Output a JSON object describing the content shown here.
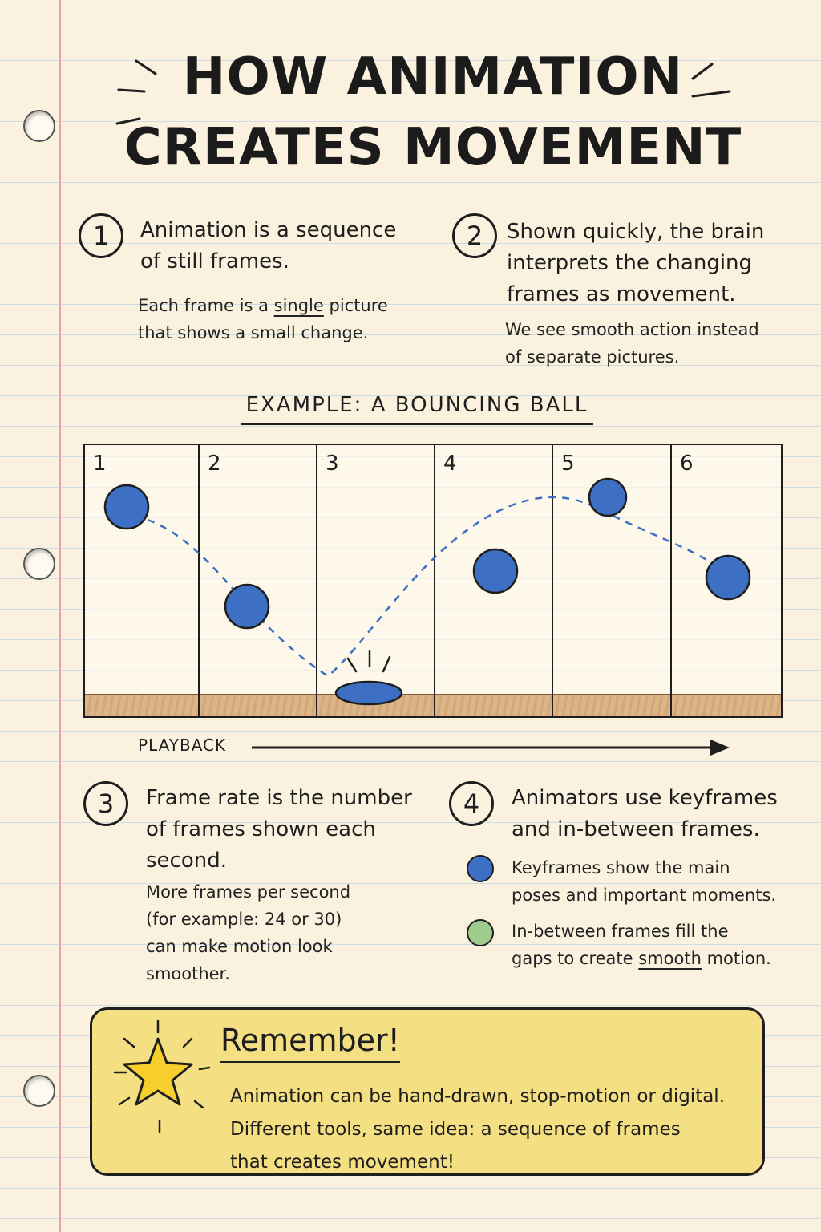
{
  "title": {
    "line1": "HOW ANIMATION",
    "line2": "CREATES MOVEMENT"
  },
  "points": [
    {
      "number": "1",
      "heading_lines": [
        "Animation is a sequence",
        "of still frames."
      ],
      "body_lines": [
        "Each frame is a",
        "single",
        "picture",
        "that shows a small change."
      ]
    },
    {
      "number": "2",
      "heading_lines": [
        "Shown quickly, the brain",
        "interprets the changing",
        "frames as movement."
      ],
      "body_lines": [
        "We see smooth action instead",
        "of separate pictures."
      ]
    },
    {
      "number": "3",
      "heading_lines": [
        "Frame rate is the number",
        "of frames shown each",
        "second."
      ],
      "body_lines": [
        "More frames per second",
        "(for example: 24 or 30)",
        "can make motion look",
        "smoother."
      ]
    },
    {
      "number": "4",
      "heading_lines": [
        "Animators use keyframes",
        "and in-between frames."
      ],
      "bullets": [
        {
          "color": "#3d6fc4",
          "lines": [
            "Keyframes show the main",
            "poses and important moments."
          ]
        },
        {
          "color": "#9fcb8c",
          "lines": [
            "In-between frames fill the",
            "gaps to create",
            "smooth",
            "motion."
          ]
        }
      ]
    }
  ],
  "example": {
    "title": "EXAMPLE: A BOUNCING BALL",
    "frames": [
      "1",
      "2",
      "3",
      "4",
      "5",
      "6"
    ],
    "ball_color": "#3d6fc4",
    "playback_label": "PLAYBACK"
  },
  "remember": {
    "title": "Remember!",
    "lines": [
      "Animation can be hand-drawn, stop-motion or digital.",
      "Different tools, same idea: a sequence of frames",
      "that creates movement!"
    ],
    "star_color": "#f6cf2c"
  }
}
